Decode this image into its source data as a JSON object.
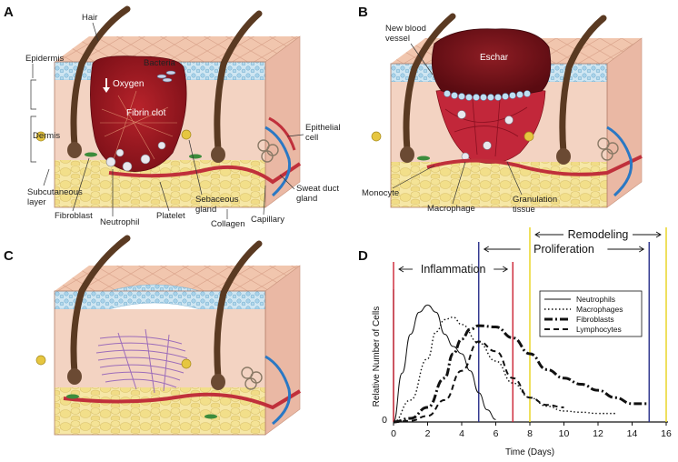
{
  "panels": {
    "a": "A",
    "b": "B",
    "c": "C",
    "d": "D"
  },
  "panel_a": {
    "hair": "Hair",
    "epidermis": "Epidermis",
    "dermis": "Dermis",
    "subcutaneous_1": "Subcutaneous",
    "subcutaneous_2": "layer",
    "bacteria": "Bacteria",
    "oxygen": "Oxygen",
    "fibrin_clot": "Fibrin clot",
    "epithelial_1": "Epithelial",
    "epithelial_2": "cell",
    "sweat_1": "Sweat duct",
    "sweat_2": "gland",
    "fibroblast": "Fibroblast",
    "neutrophil": "Neutrophil",
    "platelet": "Platelet",
    "sebaceous_1": "Sebaceous",
    "sebaceous_2": "gland",
    "collagen": "Collagen",
    "capillary": "Capillary"
  },
  "panel_b": {
    "new_blood_1": "New blood",
    "new_blood_2": "vessel",
    "eschar": "Eschar",
    "monocyte": "Monocyte",
    "macrophage": "Macrophage",
    "granulation_1": "Granulation",
    "granulation_2": "tissue"
  },
  "chart_data": {
    "type": "line",
    "xlabel": "Time (Days)",
    "ylabel": "Relative Number of Cells",
    "xlim": [
      0,
      16
    ],
    "xticks": [
      0,
      2,
      4,
      6,
      8,
      10,
      12,
      14,
      16
    ],
    "ytick_label": "0",
    "phases": [
      {
        "name": "Inflammation",
        "start": 0,
        "end": 7
      },
      {
        "name": "Proliferation",
        "start": 5,
        "end": 15
      },
      {
        "name": "Remodeling",
        "start": 8,
        "end": 16
      }
    ],
    "phase_colors": {
      "Inflammation": "#cc2233",
      "Proliferation": "#2a2f8a",
      "Remodeling": "#e8d21a"
    },
    "series": [
      {
        "name": "Neutrophils",
        "style": "solid",
        "x": [
          0,
          0.5,
          1,
          1.5,
          2,
          2.5,
          3,
          3.5,
          4,
          4.5,
          5,
          5.5,
          6
        ],
        "y": [
          0,
          0.4,
          0.72,
          0.9,
          0.96,
          0.9,
          0.72,
          0.62,
          0.56,
          0.42,
          0.24,
          0.1,
          0.02
        ]
      },
      {
        "name": "Macrophages",
        "style": "dotted",
        "x": [
          0,
          1,
          2,
          2.5,
          3,
          3.5,
          4,
          5,
          6,
          7,
          8,
          9,
          10,
          11,
          12,
          13
        ],
        "y": [
          0,
          0.18,
          0.52,
          0.74,
          0.84,
          0.86,
          0.8,
          0.65,
          0.5,
          0.32,
          0.2,
          0.13,
          0.09,
          0.08,
          0.07,
          0.07
        ]
      },
      {
        "name": "Fibroblasts",
        "style": "dash-dot",
        "x": [
          0,
          1,
          2,
          3,
          3.5,
          4,
          4.5,
          5,
          6,
          7,
          8,
          9,
          10,
          11,
          12,
          13,
          14,
          15
        ],
        "y": [
          0,
          0.03,
          0.12,
          0.36,
          0.56,
          0.68,
          0.76,
          0.79,
          0.78,
          0.69,
          0.56,
          0.43,
          0.36,
          0.31,
          0.26,
          0.2,
          0.15,
          0.15
        ]
      },
      {
        "name": "Lymphocytes",
        "style": "dashed",
        "x": [
          0,
          1,
          2,
          3,
          4,
          5,
          6,
          7,
          8,
          9,
          10
        ],
        "y": [
          0,
          0.01,
          0.05,
          0.18,
          0.42,
          0.66,
          0.58,
          0.36,
          0.2,
          0.14,
          0.12
        ]
      }
    ],
    "legend": "top-right"
  }
}
